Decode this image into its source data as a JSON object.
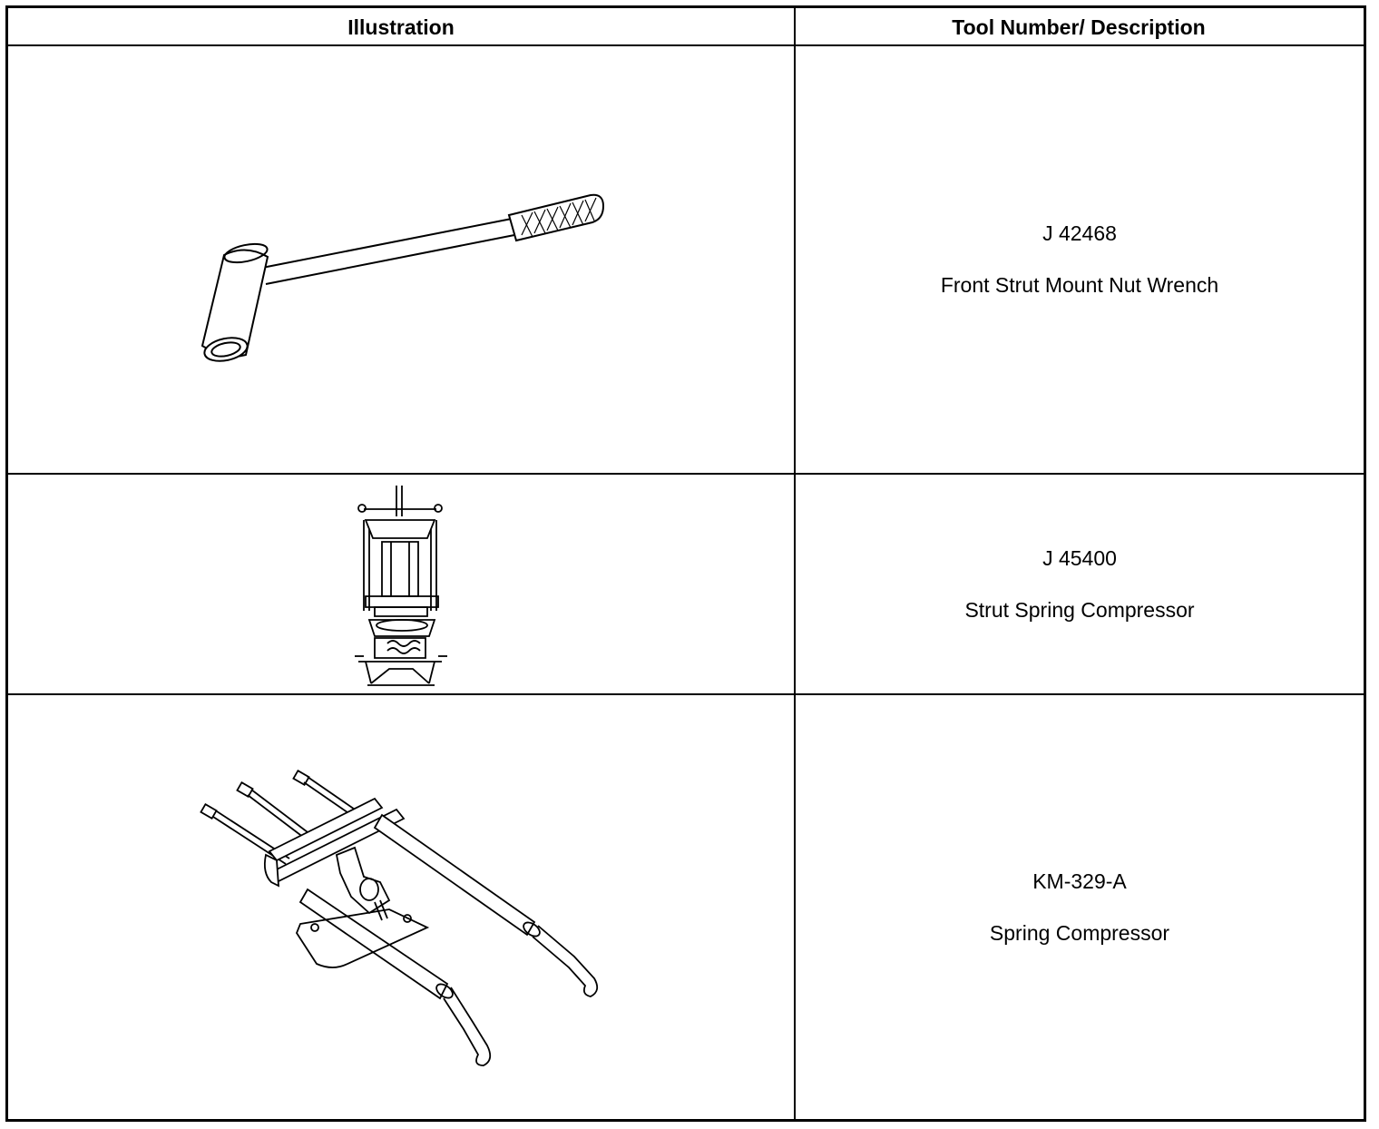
{
  "table": {
    "headers": {
      "illustration": "Illustration",
      "description": "Tool Number/ Description"
    },
    "rows": [
      {
        "tool_number": "J 42468",
        "description": "Front Strut Mount Nut Wrench",
        "illustration_icon": "strut-mount-nut-wrench-icon"
      },
      {
        "tool_number": "J 45400",
        "description": "Strut Spring Compressor",
        "illustration_icon": "strut-spring-compressor-icon"
      },
      {
        "tool_number": "KM-329-A",
        "description": "Spring Compressor",
        "illustration_icon": "spring-compressor-icon"
      }
    ]
  }
}
